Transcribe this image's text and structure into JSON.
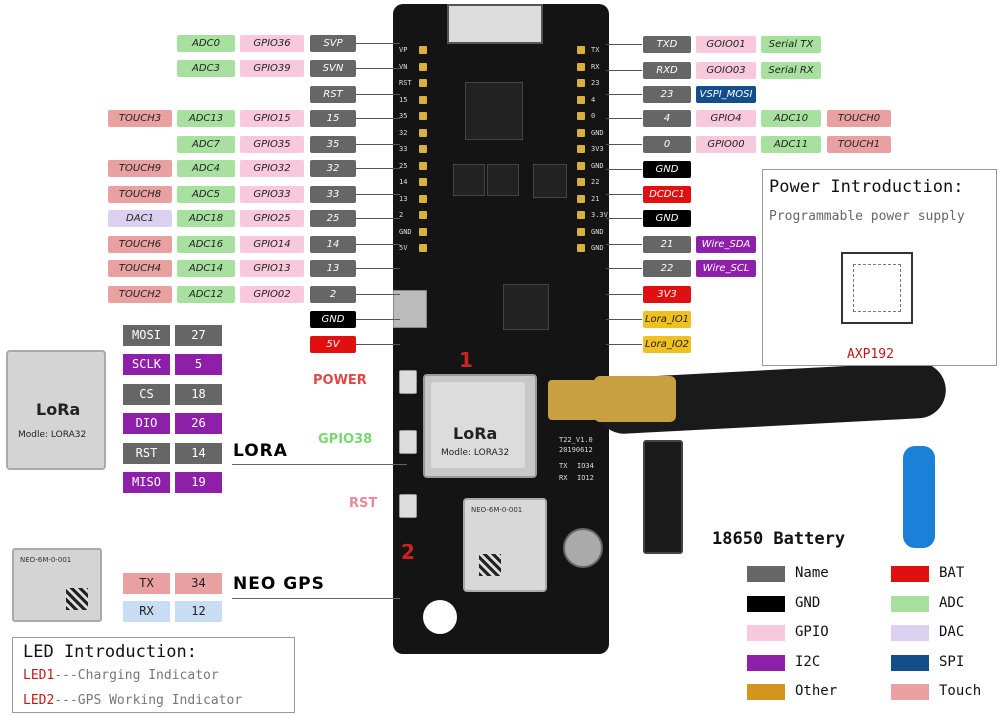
{
  "left_rows": [
    {
      "touch": "",
      "adc": "ADC0",
      "gpio": "GPIO36",
      "name": "SVP"
    },
    {
      "touch": "",
      "adc": "ADC3",
      "gpio": "GPIO39",
      "name": "SVN"
    },
    {
      "touch": "",
      "adc": "",
      "gpio": "",
      "name": "RST"
    },
    {
      "touch": "TOUCH3",
      "adc": "ADC13",
      "gpio": "GPIO15",
      "name": "15"
    },
    {
      "touch": "",
      "adc": "ADC7",
      "gpio": "GPIO35",
      "name": "35"
    },
    {
      "touch": "TOUCH9",
      "adc": "ADC4",
      "gpio": "GPIO32",
      "name": "32"
    },
    {
      "touch": "TOUCH8",
      "adc": "ADC5",
      "gpio": "GPIO33",
      "name": "33"
    },
    {
      "touch": "DAC1",
      "adc": "ADC18",
      "gpio": "GPIO25",
      "name": "25"
    },
    {
      "touch": "TOUCH6",
      "adc": "ADC16",
      "gpio": "GPIO14",
      "name": "14"
    },
    {
      "touch": "TOUCH4",
      "adc": "ADC14",
      "gpio": "GPIO13",
      "name": "13"
    },
    {
      "touch": "TOUCH2",
      "adc": "ADC12",
      "gpio": "GPIO02",
      "name": "2"
    }
  ],
  "left_power": [
    {
      "label": "GND",
      "kind": "gnd"
    },
    {
      "label": "5V",
      "kind": "bat"
    }
  ],
  "right_rows": [
    {
      "name": "TXD",
      "gpio": "GOIO01",
      "extra": "Serial TX",
      "touch": ""
    },
    {
      "name": "RXD",
      "gpio": "GOIO03",
      "extra": "Serial RX",
      "touch": ""
    },
    {
      "name": "23",
      "gpio": "",
      "extra": "",
      "touch": "",
      "spi": "VSPI_MOSI"
    },
    {
      "name": "4",
      "gpio": "GPIO4",
      "extra": "ADC10",
      "touch": "TOUCH0"
    },
    {
      "name": "0",
      "gpio": "GPIO00",
      "extra": "ADC11",
      "touch": "TOUCH1"
    }
  ],
  "right_lower": [
    {
      "label": "GND",
      "kind": "gnd"
    },
    {
      "label": "DCDC1",
      "kind": "bat"
    },
    {
      "label": "GND",
      "kind": "gnd"
    },
    {
      "num": "21",
      "label": "Wire_SDA",
      "kind": "i2c"
    },
    {
      "num": "22",
      "label": "Wire_SCL",
      "kind": "i2c"
    },
    {
      "label": "3V3",
      "kind": "bat"
    },
    {
      "label": "Lora_IO1",
      "kind": "other"
    },
    {
      "label": "Lora_IO2",
      "kind": "other"
    }
  ],
  "board": {
    "left_silk": [
      "VP",
      "VN",
      "RST",
      "15",
      "35",
      "32",
      "33",
      "25",
      "14",
      "13",
      "2",
      "GND",
      "5V"
    ],
    "right_silk": [
      "TX",
      "RX",
      "23",
      "4",
      "0",
      "GND",
      "3V3",
      "GND",
      "22",
      "21",
      "3.3V",
      "GND",
      "GND"
    ],
    "marker1": "1",
    "marker2": "2",
    "module_brand": "LoRa",
    "module_model": "Modle: LORA32",
    "version": "T22_V1.0",
    "date": "20190612",
    "tx_rx": [
      "TX",
      "RX"
    ],
    "io": [
      "IO34",
      "IO12"
    ],
    "gps_text": "NEO-6M-0-001"
  },
  "buttons": {
    "power": "POWER",
    "gpio38": "GPIO38",
    "rst": "RST"
  },
  "lora_module": {
    "label": "LORA",
    "brand": "LoRa",
    "model": "Modle: LORA32",
    "pins": [
      {
        "name": "MOSI",
        "num": "27",
        "kind": "name"
      },
      {
        "name": "SCLK",
        "num": "5",
        "kind": "i2c"
      },
      {
        "name": "CS",
        "num": "18",
        "kind": "name"
      },
      {
        "name": "DIO",
        "num": "26",
        "kind": "i2c"
      },
      {
        "name": "RST",
        "num": "14",
        "kind": "name"
      },
      {
        "name": "MISO",
        "num": "19",
        "kind": "i2c"
      }
    ]
  },
  "gps_module": {
    "label": "NEO GPS",
    "text": "NEO-6M-0-001",
    "pins": [
      {
        "name": "TX",
        "num": "34",
        "kind": "touch"
      },
      {
        "name": "RX",
        "num": "12",
        "kind": "spi"
      }
    ]
  },
  "power_panel": {
    "title": "Power Introduction:",
    "subtitle": "Programmable power supply",
    "chip": "AXP192"
  },
  "led_panel": {
    "title": "LED Introduction:",
    "lines": [
      {
        "led": "LED1",
        "text": "---Charging Indicator"
      },
      {
        "led": "LED2",
        "text": "---GPS Working Indicator"
      }
    ]
  },
  "battery": {
    "title": "18650 Battery"
  },
  "legend": [
    {
      "label": "Name",
      "color": "#666666"
    },
    {
      "label": "BAT",
      "color": "#e01010"
    },
    {
      "label": "GND",
      "color": "#000000"
    },
    {
      "label": "ADC",
      "color": "#a8e0a0"
    },
    {
      "label": "GPIO",
      "color": "#f8c8dc"
    },
    {
      "label": "DAC",
      "color": "#dcd0f0"
    },
    {
      "label": "I2C",
      "color": "#8e1fa8"
    },
    {
      "label": "SPI",
      "color": "#124e8c"
    },
    {
      "label": "Other",
      "color": "#d4961c"
    },
    {
      "label": "Touch",
      "color": "#e8a0a0"
    }
  ]
}
